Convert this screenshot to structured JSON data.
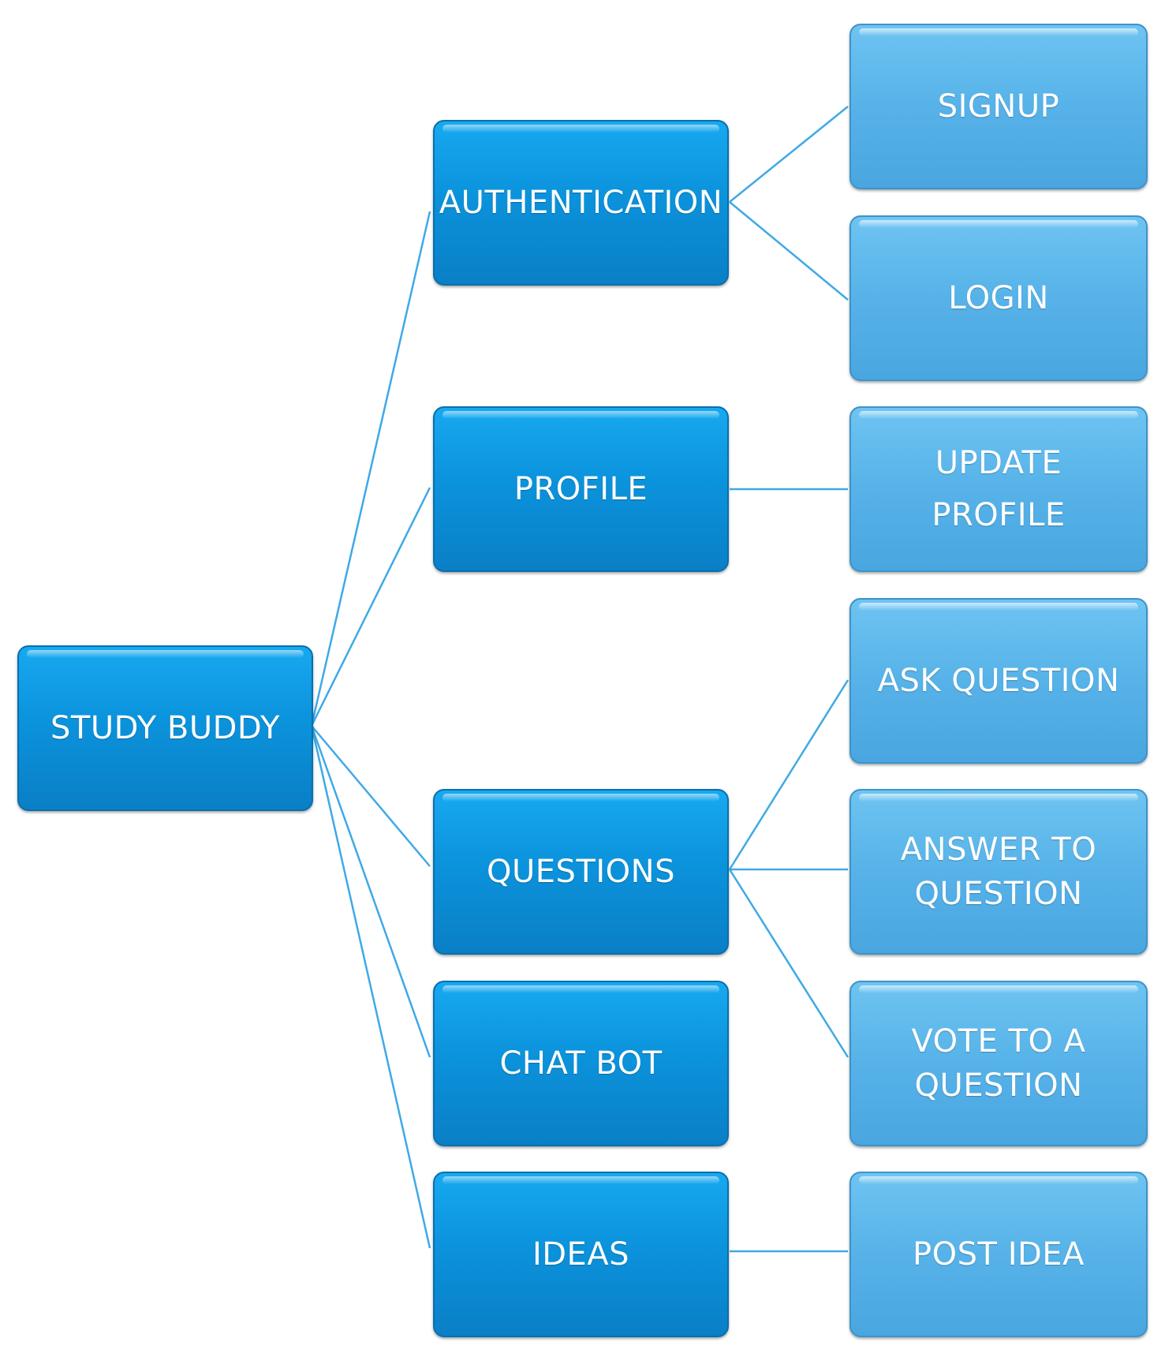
{
  "diagram": {
    "root": {
      "id": "root",
      "label": "STUDY BUDDY"
    },
    "categories": [
      {
        "id": "authentication",
        "label": "AUTHENTICATION"
      },
      {
        "id": "profile",
        "label": "PROFILE"
      },
      {
        "id": "questions",
        "label": "QUESTIONS"
      },
      {
        "id": "chatbot",
        "label": "CHAT BOT"
      },
      {
        "id": "ideas",
        "label": "IDEAS"
      }
    ],
    "features": [
      {
        "id": "signup",
        "parent": "authentication",
        "lines": [
          "SIGNUP"
        ]
      },
      {
        "id": "login",
        "parent": "authentication",
        "lines": [
          "LOGIN"
        ]
      },
      {
        "id": "update-profile",
        "parent": "profile",
        "lines": [
          "UPDATE",
          "PROFILE"
        ]
      },
      {
        "id": "ask-question",
        "parent": "questions",
        "lines": [
          "ASK QUESTION"
        ]
      },
      {
        "id": "answer-question",
        "parent": "questions",
        "lines": [
          "ANSWER TO",
          "QUESTION"
        ]
      },
      {
        "id": "vote-question",
        "parent": "questions",
        "lines": [
          "VOTE TO A",
          "QUESTION"
        ]
      },
      {
        "id": "post-idea",
        "parent": "ideas",
        "lines": [
          "POST IDEA"
        ]
      }
    ],
    "colors": {
      "category_fill": "#0b93dc",
      "feature_fill": "#56b2e8",
      "connector": "#3fa9e6",
      "text": "#ffffff"
    }
  }
}
